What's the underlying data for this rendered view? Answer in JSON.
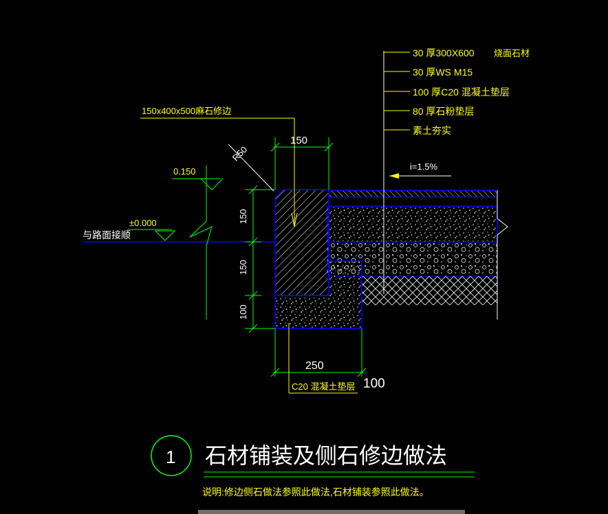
{
  "layers": [
    {
      "text": "30 厚300X600",
      "extra": "烧面石材"
    },
    {
      "text": "30 厚WS  M15",
      "extra": ""
    },
    {
      "text": "100 厚C20 混凝土垫层",
      "extra": ""
    },
    {
      "text": "80 厚石粉垫层",
      "extra": ""
    },
    {
      "text": "素土夯实",
      "extra": ""
    }
  ],
  "curb_label": "150x400x500麻石修边",
  "dim_top": "150",
  "radius": "R50",
  "level_top": "0.150",
  "level_base": "±0.000",
  "road_note": "与路面接顺",
  "slope": "i=1.5%",
  "dim_v1": "150",
  "dim_v2": "150",
  "dim_v3": "100",
  "dim_bottom": "250",
  "base_label": "C20 混凝土垫层",
  "base_thk": "100",
  "title_num": "1",
  "title": "石材铺装及侧石修边做法",
  "note": "说明:修边侧石做法参照此做法,石材铺装参照此做法。",
  "colors": {
    "green": "#00ff00",
    "yellow": "#ffff00",
    "blue": "#0000ff",
    "white": "#ffffff",
    "cyan": "#00ffff"
  }
}
